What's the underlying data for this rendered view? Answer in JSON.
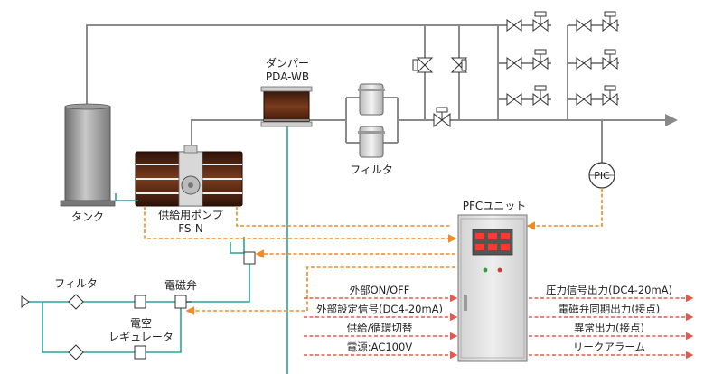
{
  "labels": {
    "tank": "タンク",
    "supply_pump_line1": "供給用ポンプ",
    "supply_pump_line2": "FS-N",
    "damper_line1": "ダンパー",
    "damper_line2": "PDA-WB",
    "filter_main": "フィルタ",
    "pfc_unit": "PFCユニット",
    "pic": "PIC",
    "filter_air": "フィルタ",
    "solenoid_valve": "電磁弁",
    "air_regulator_line1": "電空",
    "air_regulator_line2": "レギュレータ"
  },
  "inputs": [
    "外部ON/OFF",
    "外部設定信号(DC4-20mA)",
    "供給/循環切替",
    "電源:AC100V"
  ],
  "outputs": [
    "圧力信号出力(DC4-20mA)",
    "電磁弁同期出力(接点)",
    "異常出力(接点)",
    "リークアラーム"
  ],
  "colors": {
    "pipe": "#8a8a8a",
    "air_line": "#2aa39a",
    "signal_line": "#f08a24",
    "io_line": "#e8584a",
    "pump_body": "#5a2a14",
    "cabinet": "#e4e4e4"
  }
}
